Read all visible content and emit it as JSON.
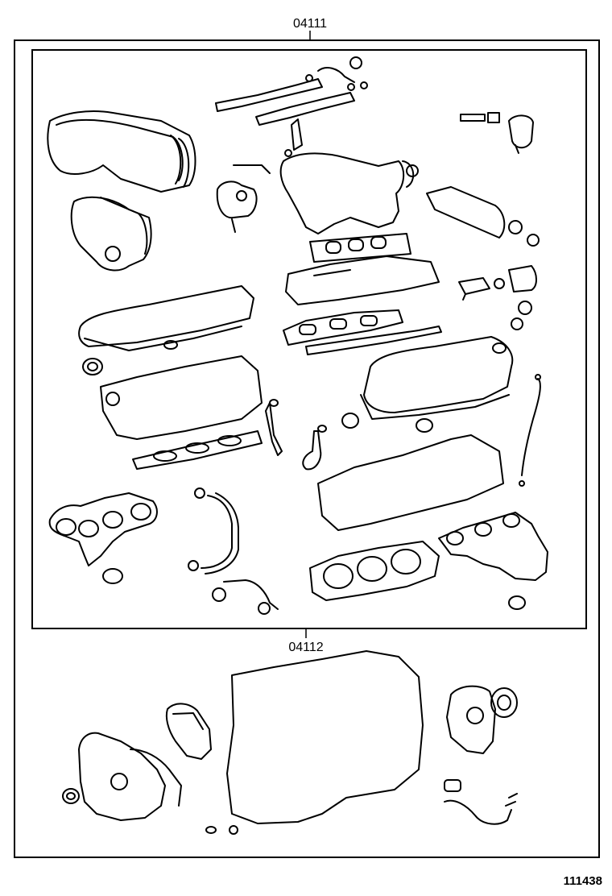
{
  "labels": {
    "upper_kit_code": "04111",
    "lower_kit_code": "04112",
    "illustration_number": "111438"
  }
}
